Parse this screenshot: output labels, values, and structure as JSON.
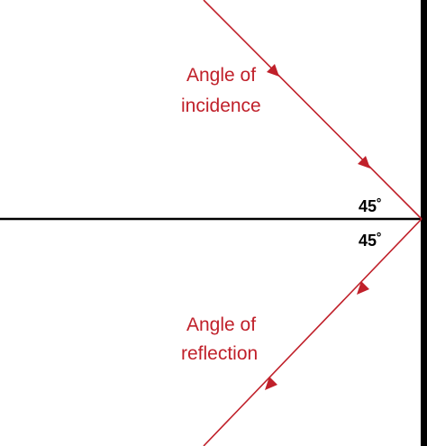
{
  "diagram": {
    "incident_label": [
      "Angle of",
      "incidence"
    ],
    "reflected_label": [
      "Angle of",
      "reflection"
    ],
    "angle_top": "45˚",
    "angle_bottom": "45˚",
    "ray_color": "#c0202a",
    "surface_color": "#000000"
  }
}
